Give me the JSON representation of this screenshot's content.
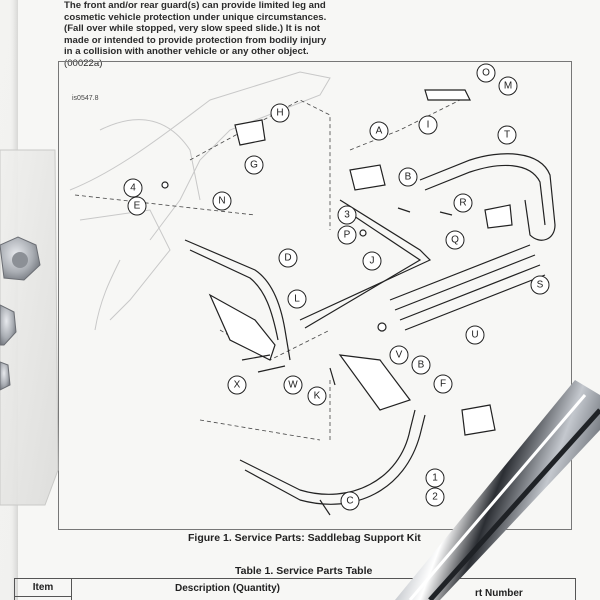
{
  "warning": {
    "lines": [
      "The front and/or rear guard(s) can provide limited leg and",
      "cosmetic vehicle protection under unique circumstances.",
      "(Fall over while stopped, very slow speed slide.) It is not",
      "made or intended to provide protection from bodily injury",
      "in a collision with another vehicle or any other object."
    ],
    "code": "(00022a)"
  },
  "figure": {
    "id": "is0547.8",
    "caption": "Figure 1. Service Parts: Saddlebag Support Kit",
    "callouts": [
      "O",
      "M",
      "H",
      "A",
      "I",
      "T",
      "G",
      "4",
      "E",
      "B",
      "N",
      "3",
      "P",
      "R",
      "Q",
      "J",
      "D",
      "S",
      "L",
      "U",
      "V",
      "B",
      "X",
      "W",
      "K",
      "F",
      "1",
      "2",
      "C"
    ]
  },
  "table": {
    "caption": "Table 1. Service Parts Table",
    "headers": {
      "item": "Item",
      "description": "Description (Quantity)",
      "part_number": "rt Number"
    }
  },
  "colors": {
    "paper": "#f7f7f5",
    "ink": "#222222",
    "chrome": "#cfd3d8",
    "bag": "#ececea"
  }
}
